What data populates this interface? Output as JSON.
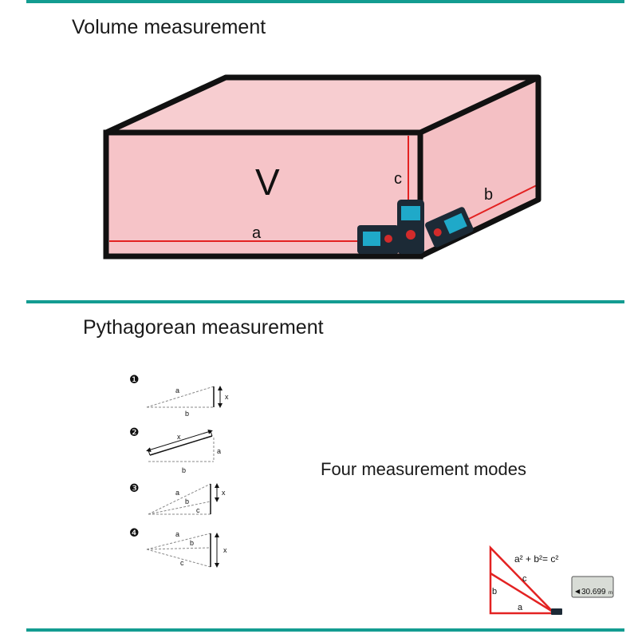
{
  "section_volume": {
    "title": "Volume measurement",
    "volume_label": "V",
    "edge_labels": {
      "a": "a",
      "b": "b",
      "c": "c"
    }
  },
  "section_pythagorean": {
    "title": "Pythagorean measurement",
    "modes_caption": "Four measurement modes",
    "modes": [
      {
        "number": "❶",
        "labels": [
          "a",
          "b",
          "x"
        ]
      },
      {
        "number": "❷",
        "labels": [
          "x",
          "a",
          "b"
        ]
      },
      {
        "number": "❸",
        "labels": [
          "a",
          "b",
          "c",
          "x"
        ]
      },
      {
        "number": "❹",
        "labels": [
          "a",
          "b",
          "c",
          "x"
        ]
      }
    ],
    "formula": "a² + b²= c²",
    "triangle_labels": {
      "a": "a",
      "b": "b",
      "c": "c"
    },
    "display_reading": "30.699",
    "display_unit": "m"
  },
  "colors": {
    "accent": "#139c91",
    "box_fill": "#f6c4c8",
    "measure_line": "#e32222",
    "device_body": "#1c2a36",
    "device_screen": "#1fa9c9"
  }
}
